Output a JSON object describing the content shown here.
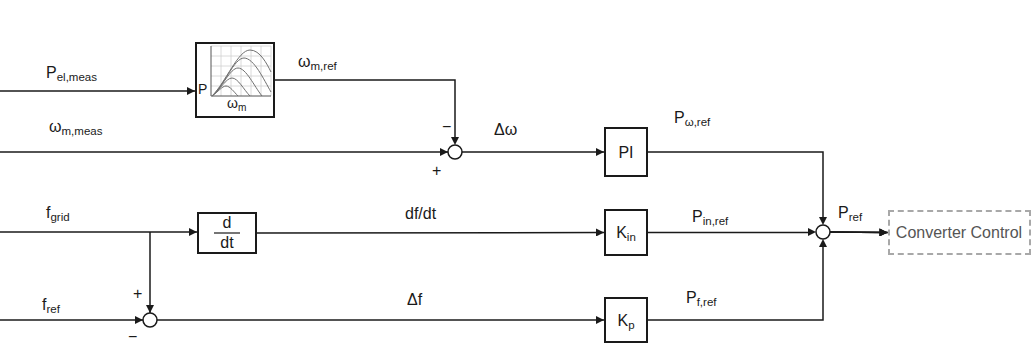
{
  "diagram": {
    "nodes": [
      {
        "text": [
          "P",
          "ωm"
        ]
      },
      {
        "text": [
          "PI"
        ]
      },
      {
        "text": [
          "d",
          "dt"
        ]
      },
      {
        "text": [
          "Kin"
        ]
      },
      {
        "text": [
          "Kp"
        ]
      },
      {
        "text": [
          "Converter Control"
        ]
      }
    ],
    "edges": [
      {
        "from": 0,
        "to": 1,
        "label": "ωm,ref",
        "arrow": "to"
      },
      {
        "from": 2,
        "to": 3,
        "label": "df/dt",
        "arrow": "to"
      },
      {
        "from": 1,
        "to": 5,
        "label": "Pω,ref",
        "arrow": "to"
      },
      {
        "from": 3,
        "to": 5,
        "label": "Pin,ref",
        "arrow": "to"
      },
      {
        "from": 4,
        "to": 5,
        "label": "Pf,ref",
        "arrow": "to"
      }
    ],
    "labels": [
      "Pel,meas",
      "ωm,meas",
      "fgrid",
      "fref",
      "−",
      "+",
      "Δω",
      "+",
      "−",
      "Δf",
      "Pref"
    ]
  }
}
